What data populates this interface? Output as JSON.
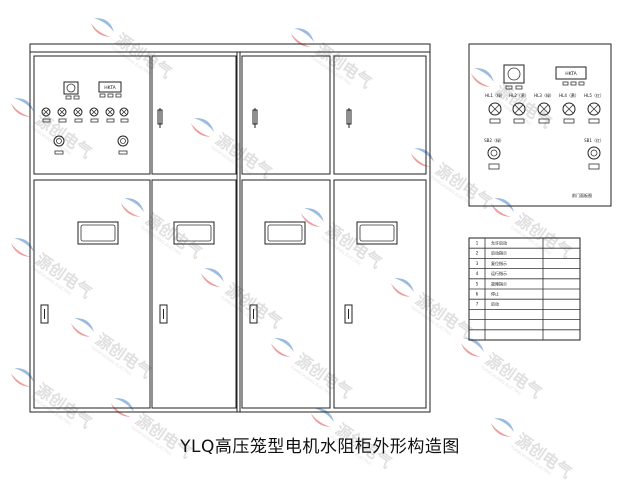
{
  "title": "YLQ高压笼型电机水阻柜外形构造图",
  "watermark": {
    "text": "源创电气",
    "sub": "YUANCHUANG ELECTRIC",
    "colors": {
      "blue": "#4a86c8",
      "red": "#e05050",
      "gray": "#c8c8c8"
    }
  },
  "left_panel_display": "HKTA",
  "right_panel": {
    "display": "HKTA",
    "indicators": [
      "HL1（绿）",
      "HL2（黄）",
      "HL3（绿）",
      "HL4（黄）",
      "HL5（红）"
    ],
    "buttons": [
      "SB1（红）",
      "SB2（绿）"
    ],
    "note": "前门面板图"
  },
  "legend_table": {
    "rows": [
      {
        "num": "1",
        "text": "允许启动"
      },
      {
        "num": "2",
        "text": "启动指示"
      },
      {
        "num": "3",
        "text": "复位指示"
      },
      {
        "num": "4",
        "text": "运行指示"
      },
      {
        "num": "5",
        "text": "故障指示"
      },
      {
        "num": "6",
        "text": "停止"
      },
      {
        "num": "7",
        "text": "启动"
      },
      {
        "num": "",
        "text": ""
      },
      {
        "num": "",
        "text": ""
      },
      {
        "num": "",
        "text": ""
      }
    ]
  }
}
